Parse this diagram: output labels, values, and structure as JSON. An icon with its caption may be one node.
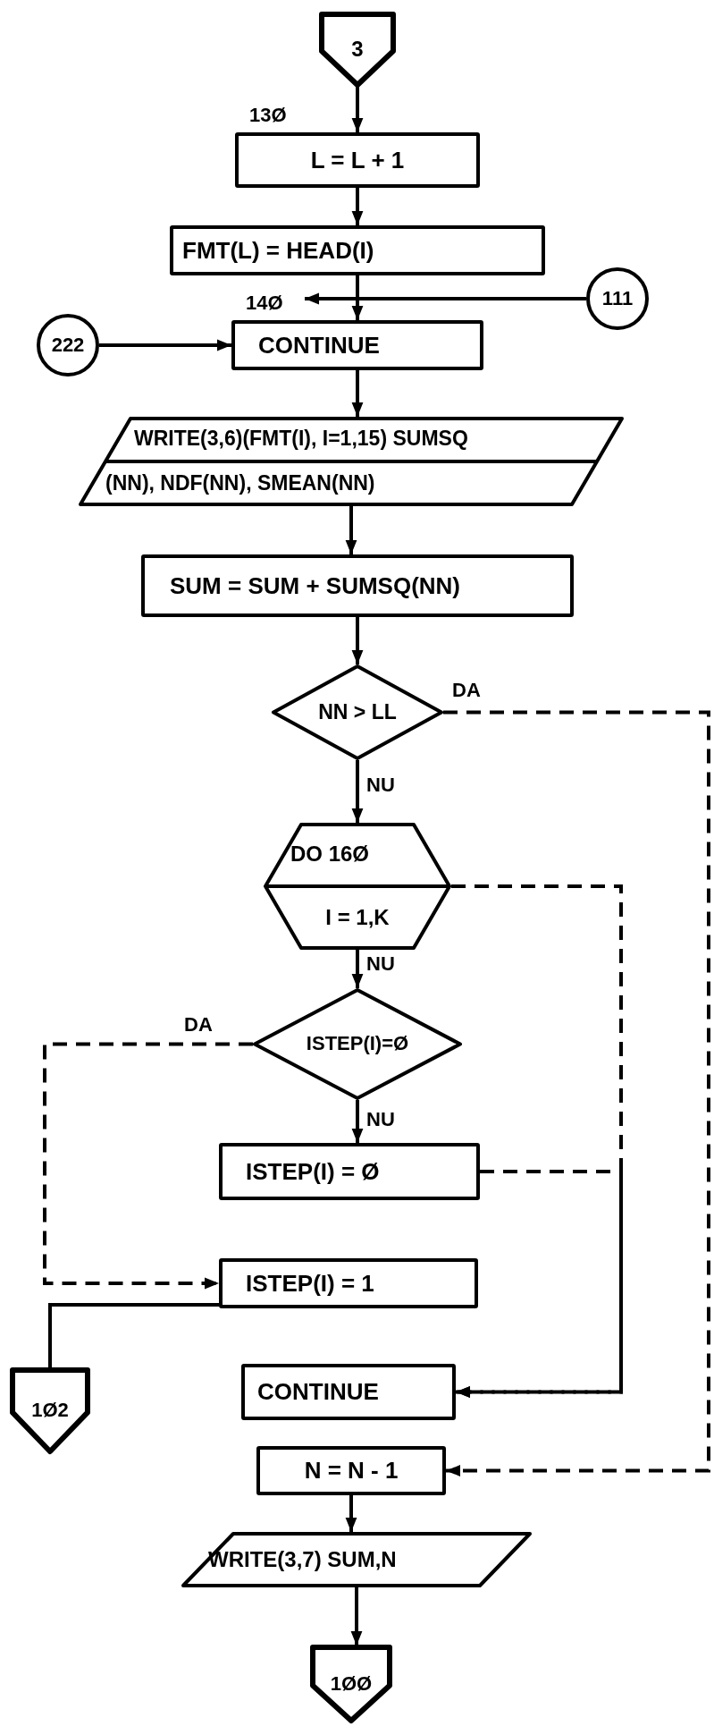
{
  "diagram": {
    "nodes": [
      {
        "text": [
          "3"
        ]
      },
      {
        "text": [
          "L = L + 1"
        ],
        "beside": [
          "13Ø"
        ]
      },
      {
        "text": [
          "FMT(L) = HEAD(I)"
        ]
      },
      {
        "text": [
          "CONTINUE"
        ],
        "beside": [
          "14Ø"
        ]
      },
      {
        "text": [
          "111"
        ]
      },
      {
        "text": [
          "222"
        ]
      },
      {
        "text": [
          "WRITE(3,6)(FMT(I), I=1,15) SUMSQ",
          "(NN), NDF(NN), SMEAN(NN)"
        ]
      },
      {
        "text": [
          "SUM = SUM + SUMSQ(NN)"
        ]
      },
      {
        "text": [
          "NN > LL"
        ]
      },
      {
        "text": [
          "DO 16Ø",
          "I = 1,K"
        ]
      },
      {
        "text": [
          "ISTEP(I)=Ø"
        ]
      },
      {
        "text": [
          "ISTEP(I) = Ø"
        ]
      },
      {
        "text": [
          "ISTEP(I) = 1"
        ]
      },
      {
        "text": [
          "1Ø2"
        ]
      },
      {
        "text": [
          "CONTINUE"
        ]
      },
      {
        "text": [
          "N = N - 1"
        ]
      },
      {
        "text": [
          "WRITE(3,7) SUM,N"
        ]
      },
      {
        "text": [
          "1ØØ"
        ]
      }
    ],
    "edges": [
      {
        "from": 0,
        "to": 1,
        "arrow": "to"
      },
      {
        "from": 1,
        "to": 2,
        "arrow": "to"
      },
      {
        "from": 2,
        "to": 3,
        "arrow": "to"
      },
      {
        "from": 4,
        "to": 3,
        "arrow": "to"
      },
      {
        "from": 5,
        "to": 3,
        "arrow": "to"
      },
      {
        "from": 3,
        "to": 6,
        "arrow": "to"
      },
      {
        "from": 6,
        "to": 7,
        "arrow": "to"
      },
      {
        "from": 7,
        "to": 8,
        "arrow": "to"
      },
      {
        "from": 8,
        "to": 15,
        "arrow": "to",
        "label": "DA",
        "style": "dashed"
      },
      {
        "from": 8,
        "to": 9,
        "arrow": "to",
        "label": "NU"
      },
      {
        "from": 9,
        "to": 14,
        "arrow": "to",
        "style": "dashed"
      },
      {
        "from": 9,
        "to": 10,
        "arrow": "to",
        "label": "NU"
      },
      {
        "from": 10,
        "to": 12,
        "arrow": "to",
        "label": "DA",
        "style": "dashed"
      },
      {
        "from": 10,
        "to": 11,
        "arrow": "to",
        "label": "NU"
      },
      {
        "from": 11,
        "to": 14,
        "arrow": "to",
        "style": "dashed"
      },
      {
        "from": 12,
        "to": 13,
        "arrow": "none"
      },
      {
        "from": 15,
        "to": 16,
        "arrow": "to"
      },
      {
        "from": 16,
        "to": 17,
        "arrow": "to"
      }
    ]
  }
}
